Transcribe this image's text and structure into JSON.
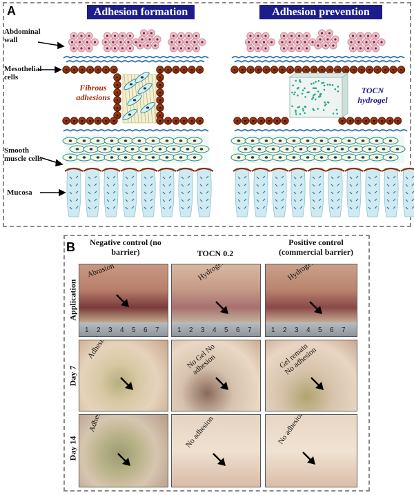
{
  "panel_a": {
    "letter": "A",
    "left_title": "Adhesion formation",
    "right_title": "Adhesion prevention",
    "labels": {
      "abdominal_wall": "Abdominal wall",
      "mesothelial_cells": "Mesothelial cells",
      "smooth_muscle_cells": "Smooth muscle cells",
      "mucosa": "Mucosa"
    },
    "fibrous_adhesions": "Fibrous adhesions",
    "tocn_hydrogel": "TOCN hydrogel"
  },
  "panel_b": {
    "letter": "B",
    "columns": [
      "Negative control (no barrier)",
      "TOCN 0.2",
      "Positive control (commercial barrier)"
    ],
    "rows": [
      "Application",
      "Day 7",
      "Day 14"
    ],
    "cells": [
      [
        "Abrasion",
        "Hydrogel",
        "Hydrogel"
      ],
      [
        "Adhesion",
        "No Gel No adhesion",
        "Gel remain No adhesion"
      ],
      [
        "Adhesion",
        "No adhesion",
        "No adhesion"
      ]
    ],
    "ruler_numbers": [
      "1",
      "2",
      "3",
      "4",
      "5",
      "6",
      "7"
    ]
  },
  "colors": {
    "banner": "#1c1c8c",
    "mesothelial": "#8b2e0e",
    "fibrous_text": "#a52a0a",
    "hydrogel_text": "#1c1c8c",
    "muscle": "#2a8fa0",
    "mucosa": "#cfeaf0",
    "tissue": "#d9b9a4"
  }
}
